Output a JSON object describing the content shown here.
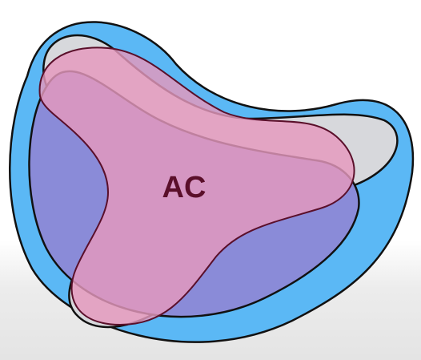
{
  "diagram": {
    "colors": {
      "outer_region": "#5bb8f5",
      "gray_region": "#d7d8dc",
      "blue_region": "#8a8bd8",
      "pink_region": "#e598bd",
      "outline": "#111111",
      "label": "#5a0f2a"
    },
    "regions": [
      {
        "name": "outer",
        "color": "#5bb8f5"
      },
      {
        "name": "gray",
        "color": "#d7d8dc"
      },
      {
        "name": "blue",
        "color": "#8a8bd8"
      },
      {
        "name": "pink",
        "color": "#e598bd"
      }
    ],
    "label": "AC"
  }
}
